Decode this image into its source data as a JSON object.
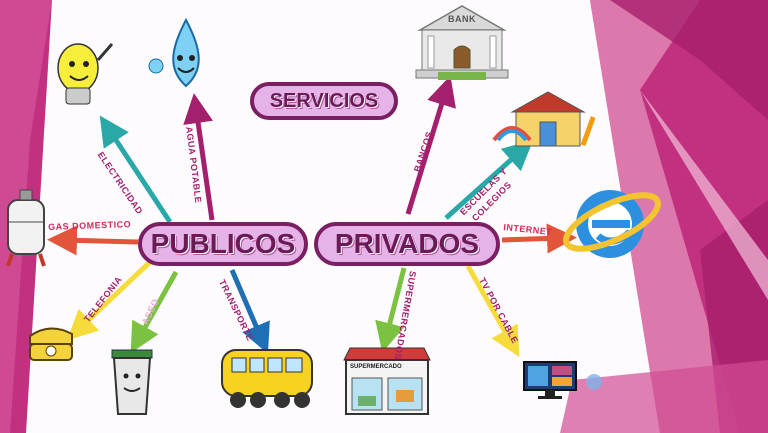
{
  "center": {
    "title": "SERVICIOS"
  },
  "branches": {
    "publicos": "PUBLICOS",
    "privados": "PRIVADOS"
  },
  "publicos_items": {
    "electricidad": "ELECTRICIDAD",
    "agua": "AGUA POTABLE",
    "gas": "GAS DOMESTICO",
    "telefonia": "TELEFONIA",
    "aseo": "ASEO",
    "transporte": "TRANSPORTE"
  },
  "privados_items": {
    "bancos": "BANCOS",
    "escuelas_1": "ESCUELAS Y",
    "escuelas_2": "COLEGIOS",
    "internet": "INTERNET",
    "tv": "TV POR CABLE",
    "supermercados": "SUPERMERCADOS"
  },
  "image_text": {
    "bank": "BANK",
    "supermercado": "SUPERMERCADO"
  },
  "colors": {
    "accent_purple": "#7a1f63",
    "pill_fill": "#e6b3e8",
    "magenta_bg": "#c2317f",
    "arrow_teal": "#2aa8a8",
    "arrow_magenta": "#a3206d",
    "arrow_red": "#e2553a",
    "arrow_yellow": "#f5dc3a",
    "arrow_green": "#7cc242",
    "arrow_blue": "#1f6fb5"
  },
  "icons": [
    "lightbulb-icon",
    "water-drop-icon",
    "gas-cylinder-icon",
    "telephone-icon",
    "trash-bin-icon",
    "school-bus-icon",
    "bank-icon",
    "school-icon",
    "internet-explorer-icon",
    "supermarket-icon",
    "tv-monitor-icon"
  ]
}
